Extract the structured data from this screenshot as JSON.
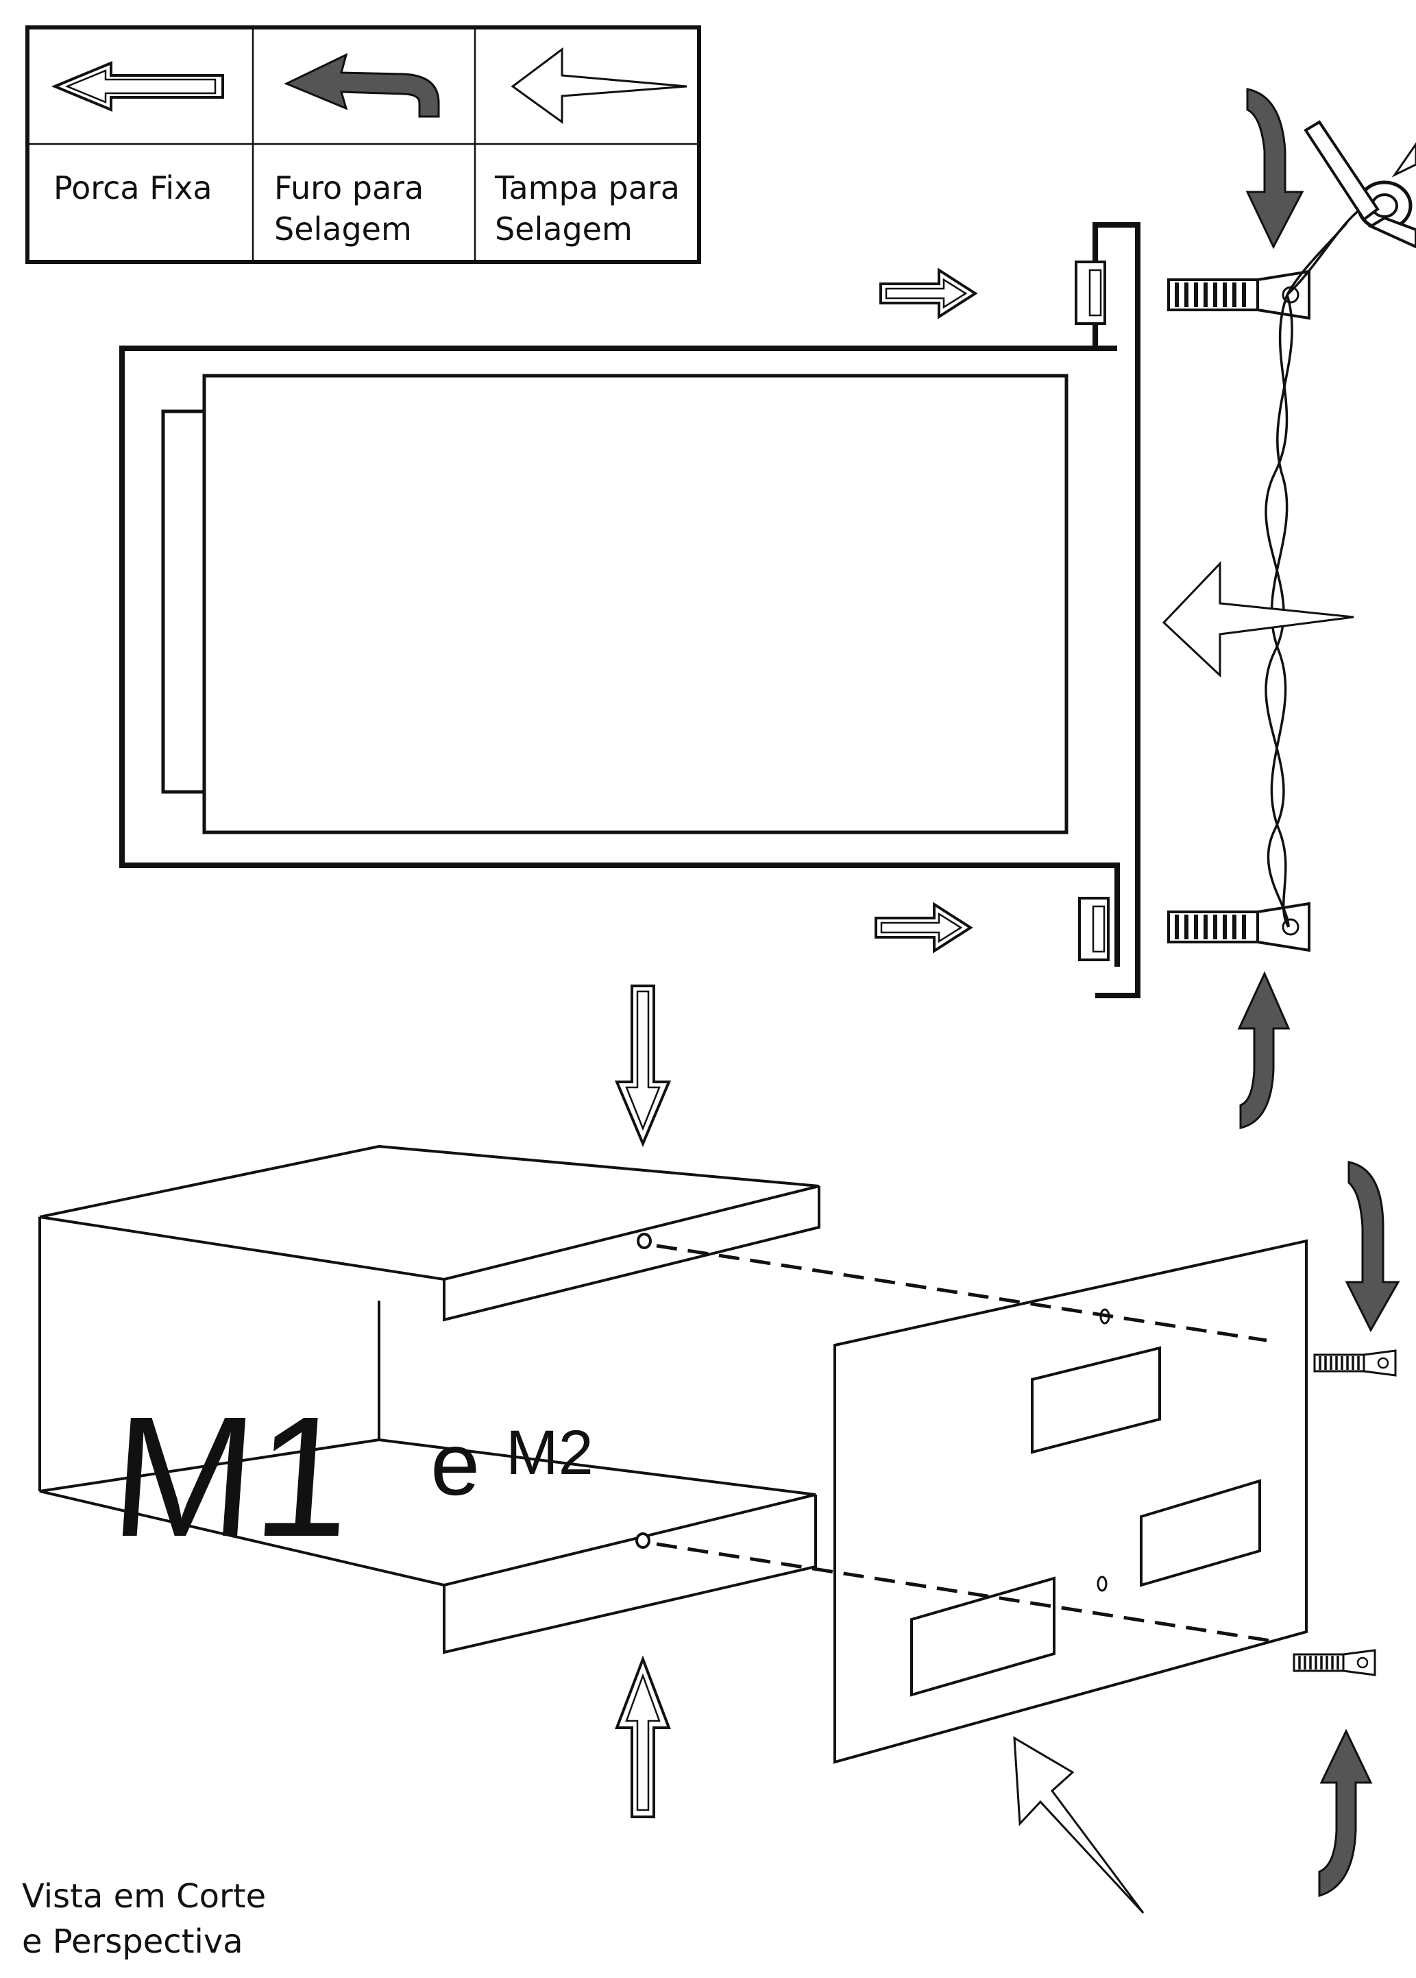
{
  "legend": {
    "items": [
      {
        "icon": "hollow-left-arrow-icon",
        "label_lines": [
          "Porca Fixa"
        ]
      },
      {
        "icon": "curved-left-arrow-icon",
        "label_lines": [
          "Furo para",
          "Selagem"
        ]
      },
      {
        "icon": "thin-left-arrow-icon",
        "label_lines": [
          "Tampa para",
          "Selagem"
        ]
      }
    ]
  },
  "model_label": {
    "part1": "M1",
    "part2": "e",
    "part3": "M2"
  },
  "caption": {
    "line1": "Vista em Corte",
    "line2": "e Perspectiva"
  },
  "colors": {
    "ink": "#111111",
    "arrow_fill": "#555555",
    "paper": "#ffffff"
  }
}
